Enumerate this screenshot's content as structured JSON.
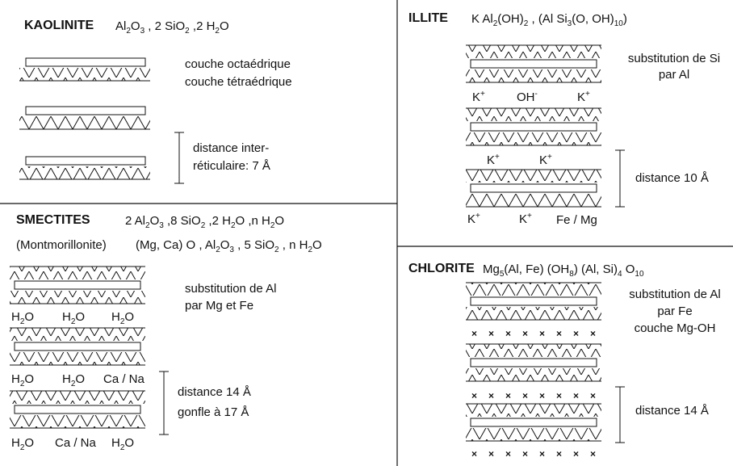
{
  "kaolinite": {
    "name": "KAOLINITE",
    "formula": "Al<sub>2</sub>O<sub>3</sub> , 2 SiO<sub>2</sub> ,2 H<sub>2</sub>O",
    "label_octa": "couche octaédrique",
    "label_tetra": "couche tétraédrique",
    "dist_line1": "distance inter-",
    "dist_line2": "réticulaire: 7 Å"
  },
  "illite": {
    "name": "ILLITE",
    "formula": "K Al<sub>2</sub>(OH)<sub>2</sub> , (Al Si<sub>3</sub>(O, OH)<sub>10</sub>)",
    "subst_line1": "substitution de Si",
    "subst_line2": "par Al",
    "ion_k": "K<sup>+</sup>",
    "ion_oh": "OH<sup>-</sup>",
    "ion_femg": "Fe / Mg",
    "distance": "distance 10 Å"
  },
  "smectites": {
    "name": "SMECTITES",
    "formula": "2 Al<sub>2</sub>O<sub>3</sub> ,8 SiO<sub>2</sub> ,2 H<sub>2</sub>O ,n H<sub>2</sub>O",
    "sub_name": "(Montmorillonite)",
    "sub_formula": "(Mg, Ca) O , Al<sub>2</sub>O<sub>3</sub> , 5 SiO<sub>2</sub> , n H<sub>2</sub>O",
    "subst_line1": "substitution de Al",
    "subst_line2": "par Mg et Fe",
    "ion_h2o": "H<sub>2</sub>O",
    "ion_cana": "Ca / Na",
    "dist_line1": "distance 14 Å",
    "dist_line2": "gonfle à 17 Å"
  },
  "chlorite": {
    "name": "CHLORITE",
    "formula": "Mg<sub>5</sub>(Al, Fe) (OH<sub>8</sub>) (Al, Si)<sub>4</sub> O<sub>10</sub>",
    "subst_line1": "substitution de Al",
    "subst_line2": "par Fe",
    "subst_line3": "couche Mg-OH",
    "distance": "distance 14 Å",
    "cross_symbol": "×"
  }
}
